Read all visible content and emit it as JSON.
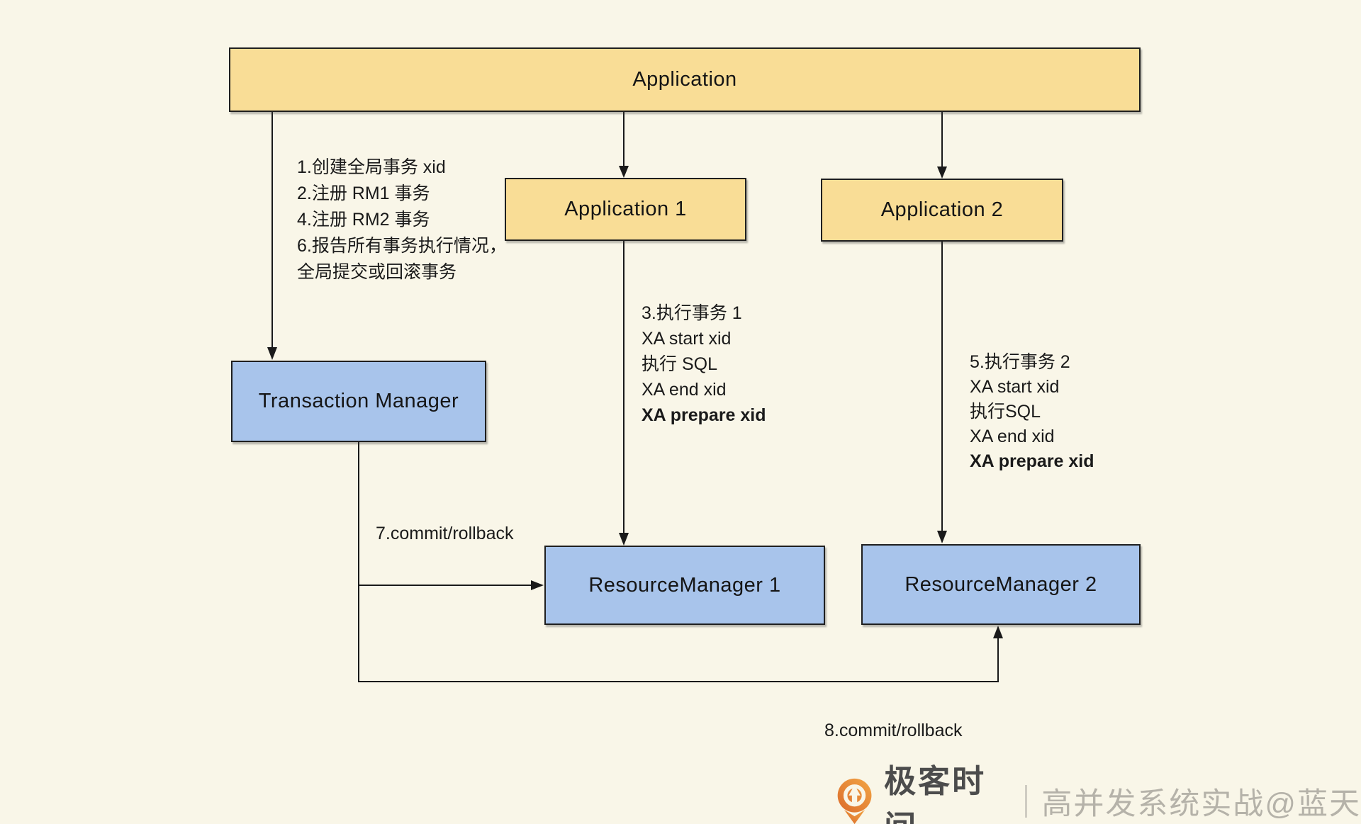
{
  "nodes": {
    "application": {
      "label": "Application"
    },
    "application1": {
      "label": "Application 1"
    },
    "application2": {
      "label": "Application 2"
    },
    "transaction_manager": {
      "label": "Transaction Manager"
    },
    "resource_manager1": {
      "label": "ResourceManager 1"
    },
    "resource_manager2": {
      "label": "ResourceManager 2"
    }
  },
  "annotations": {
    "tm_steps": [
      "1.创建全局事务 xid",
      "2.注册 RM1 事务",
      "4.注册 RM2 事务",
      "6.报告所有事务执行情况，",
      "全局提交或回滚事务"
    ],
    "app1_steps": [
      "3.执行事务 1",
      "XA start xid",
      "执行 SQL",
      "XA end xid"
    ],
    "app1_bold": "XA prepare xid",
    "app2_steps": [
      "5.执行事务 2",
      "XA start xid",
      "执行SQL",
      "XA end xid"
    ],
    "app2_bold": "XA prepare xid",
    "label7": "7.commit/rollback",
    "label8": "8.commit/rollback"
  },
  "watermark": {
    "brand": "极客时间",
    "course": "高并发系统实战@蓝天"
  },
  "colors": {
    "background": "#f9f6e8",
    "node_yellow": "#f9dd96",
    "node_blue": "#a8c4eb",
    "line": "#1a1a1a",
    "brand_orange": "#e8813a",
    "brand_text": "#4c4c4c",
    "course_text": "#b5b2a9"
  }
}
